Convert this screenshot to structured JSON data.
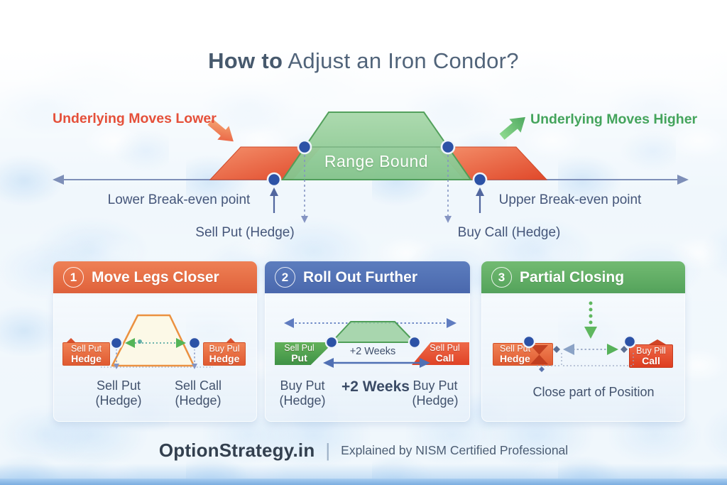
{
  "title": {
    "prefix": "How to",
    "suffix": " Adjust an Iron Condor?"
  },
  "diagram": {
    "moves_lower": "Underlying Moves Lower",
    "moves_higher": "Underlying Moves Higher",
    "range_bound": "Range Bound",
    "lower_breakeven": "Lower Break-even point",
    "upper_breakeven": "Upper Break-even point",
    "sell_put_hedge": "Sell Put (Hedge)",
    "buy_call_hedge": "Buy Call (Hedge)"
  },
  "panels": [
    {
      "number": "1",
      "title": "Move Legs Closer",
      "banner_left": {
        "line1": "Sell Put",
        "line2": "Hedge"
      },
      "banner_right": {
        "line1": "Buy Pul",
        "line2": "Hedge"
      },
      "label_left": {
        "line1": "Sell Put",
        "line2": "(Hedge)"
      },
      "label_right": {
        "line1": "Sell Call",
        "line2": "(Hedge)"
      }
    },
    {
      "number": "2",
      "title": "Roll Out Further",
      "banner_left": {
        "line1": "Sell Pul",
        "line2": "Put"
      },
      "banner_right": {
        "line1": "Sell Pul",
        "line2": "Call"
      },
      "weeks_top": "+2 Weeks",
      "weeks_bottom": "+2 Weeks",
      "label_left": {
        "line1": "Buy Put",
        "line2": "(Hedge)"
      },
      "label_right": {
        "line1": "Buy Put",
        "line2": "(Hedge)"
      }
    },
    {
      "number": "3",
      "title": "Partial Closing",
      "banner_left": {
        "line1": "Sell Put",
        "line2": "Hedge"
      },
      "banner_right": {
        "line1": "Buy Pill",
        "line2": "Call"
      },
      "caption": "Close part of Position"
    }
  ],
  "footer": {
    "brand": "OptionStrategy.in",
    "separator": "|",
    "tagline": "Explained by NISM Certified Professional"
  },
  "colors": {
    "accent_red": "#e2663e",
    "accent_blue": "#4a68ad",
    "accent_green": "#57a55b",
    "wing_red": "#e0482a",
    "body_green": "#84c48c",
    "dot_blue": "#2c52a6",
    "text_slate": "#45567a"
  }
}
